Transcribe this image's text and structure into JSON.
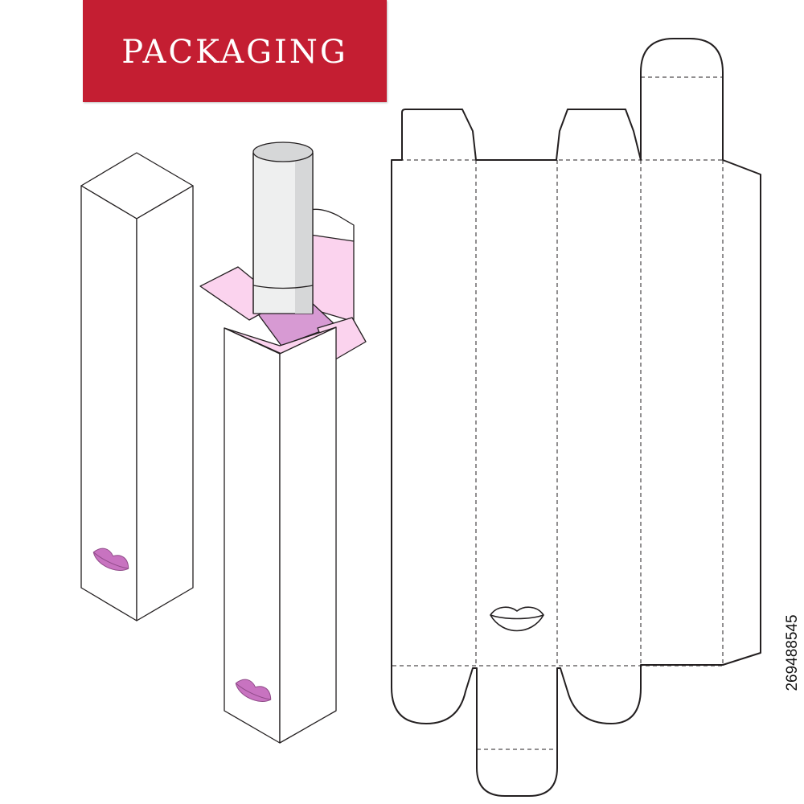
{
  "banner": {
    "title": "PACKAGING",
    "background": "#c41e32",
    "text_color": "#ffffff"
  },
  "stock_id": "269488545",
  "colors": {
    "outline": "#231f20",
    "pink_inner": "#fbd3ee",
    "pink_inner_dark": "#d79ad3",
    "lips": "#c873c0",
    "tube_light": "#eeefef",
    "tube_shade": "#d6d7d8"
  },
  "figures": {
    "closed_box": "closed-box-illustration",
    "open_box": "open-box-with-tube-illustration",
    "dieline": "unfolded-box-dieline-template"
  },
  "icons": [
    "lips-icon",
    "lips-icon",
    "lips-outline-icon"
  ]
}
